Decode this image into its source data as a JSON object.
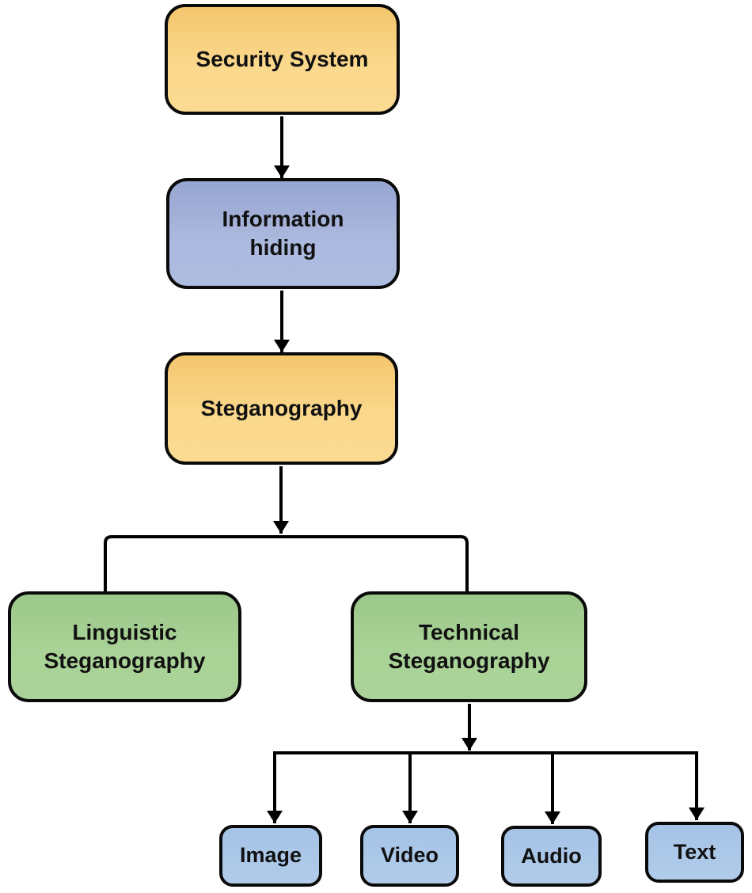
{
  "diagram": {
    "type": "flowchart",
    "direction": "top-down",
    "background": "#ffffff",
    "line_color": "#000000",
    "node_border_color": "#0a0a0a",
    "nodes": {
      "security": {
        "label": "Security System",
        "shape": "rounded-rect",
        "fill_top": "#f4c66d",
        "fill_bottom": "#fbda92"
      },
      "information": {
        "label": "Information\nhiding",
        "shape": "rounded-rect",
        "fill_top": "#96a5d2",
        "fill_bottom": "#aebce1"
      },
      "steganography": {
        "label": "Steganography",
        "shape": "rounded-rect",
        "fill_top": "#f4c66d",
        "fill_bottom": "#fbda92"
      },
      "linguistic": {
        "label": "Linguistic\nSteganography",
        "shape": "rounded-rect",
        "fill_top": "#9cc88a",
        "fill_bottom": "#abd399"
      },
      "technical": {
        "label": "Technical\nSteganography",
        "shape": "rounded-rect",
        "fill_top": "#9cc88a",
        "fill_bottom": "#abd399"
      },
      "image": {
        "label": "Image",
        "shape": "rounded-rect",
        "fill_top": "#a5c3e6",
        "fill_bottom": "#b1ccea"
      },
      "video": {
        "label": "Video",
        "shape": "rounded-rect",
        "fill_top": "#a5c3e6",
        "fill_bottom": "#b1ccea"
      },
      "audio": {
        "label": "Audio",
        "shape": "rounded-rect",
        "fill_top": "#a5c3e6",
        "fill_bottom": "#b1ccea"
      },
      "text": {
        "label": "Text",
        "shape": "rounded-rect",
        "fill_top": "#a5c3e6",
        "fill_bottom": "#b1ccea"
      }
    },
    "edges": [
      {
        "from": "security",
        "to": "information",
        "arrowhead": "into-node"
      },
      {
        "from": "information",
        "to": "steganography",
        "arrowhead": "into-node"
      },
      {
        "from": "steganography",
        "to": "linguistic",
        "arrowhead": "at-branch-junction"
      },
      {
        "from": "steganography",
        "to": "technical",
        "arrowhead": "at-branch-junction"
      },
      {
        "from": "technical",
        "to": "image",
        "arrowhead": "into-node"
      },
      {
        "from": "technical",
        "to": "video",
        "arrowhead": "into-node"
      },
      {
        "from": "technical",
        "to": "audio",
        "arrowhead": "into-node"
      },
      {
        "from": "technical",
        "to": "text",
        "arrowhead": "into-node"
      }
    ]
  }
}
